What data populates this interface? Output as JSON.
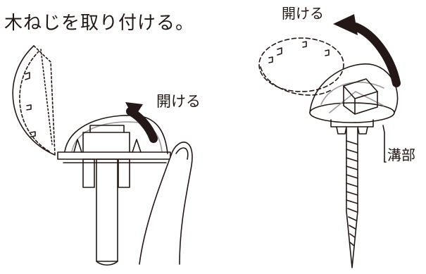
{
  "title": "木ねじを取り付ける。",
  "left_figure": {
    "label": "開ける"
  },
  "right_figure": {
    "label_open": "開ける",
    "label_groove": "溝部"
  },
  "colors": {
    "line": "#231815",
    "hatch": "#bdbdbd",
    "background": "#ffffff"
  }
}
